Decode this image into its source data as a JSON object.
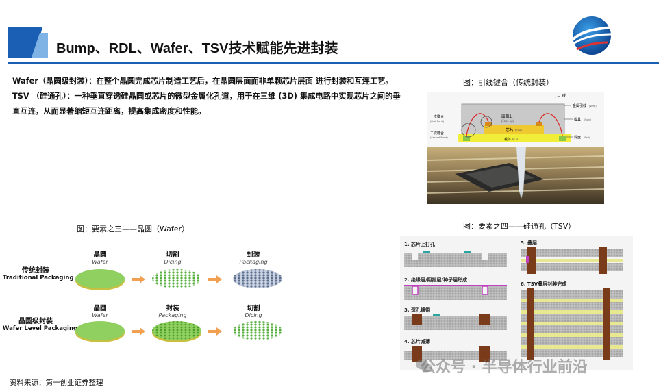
{
  "header": {
    "title": "Bump、RDL、Wafer、TSV技术赋能先进封装",
    "accent": "#1a5fb4"
  },
  "intro": {
    "wafer": "Wafer（晶圆级封装）：在整个晶圆完成芯片制造工艺后，在晶圆层面而非单颗芯片层面 进行封装和互连工艺。",
    "tsv": "TSV （硅通孔）：一种垂直穿透硅晶圆或芯片的微型金属化孔道，用于在三维 (3D) 集成电路中实现芯片之间的垂直互连，从而显著缩短互连距离，提高集成密度和性能。"
  },
  "figure_wirebond": {
    "caption": "图：引线键合（传统封装）",
    "labels": {
      "ball": "球",
      "wire": "金属引线",
      "wire_sub": "(Wire)",
      "mold": "模具",
      "mold_sub": "(Mold)",
      "pad": "焊盘",
      "pad_sub": "(Pad)",
      "first_bond": "一次键合",
      "first_bond_sub": "(First Bond)",
      "second_bond": "二次键合",
      "second_bond_sub": "(Second Bond)",
      "top_surface": "面朝上",
      "top_surface_sub": "(Face up)",
      "chip": "芯片",
      "chip_sub": "(Die)",
      "substrate": "载体",
      "substrate_sub": "PCB"
    }
  },
  "figure_wafer": {
    "caption": "图：要素之三——晶圆（Wafer）",
    "rows": [
      {
        "zh": "传统封装",
        "en": "Traditional Packaging",
        "steps": [
          {
            "zh": "晶圆",
            "en": "Wafer"
          },
          {
            "zh": "切割",
            "en": "Dicing"
          },
          {
            "zh": "封装",
            "en": "Packaging"
          }
        ]
      },
      {
        "zh": "晶圆级封装",
        "en": "Wafer Level Packaging",
        "steps": [
          {
            "zh": "晶圆",
            "en": "Wafer"
          },
          {
            "zh": "封装",
            "en": "Packaging"
          },
          {
            "zh": "切割",
            "en": "Dicing"
          }
        ]
      }
    ]
  },
  "figure_tsv": {
    "caption": "图：要素之四——硅通孔（TSV）",
    "steps": [
      "1. 芯片上打孔",
      "2. 绝缘层/阻挡层/种子层形成",
      "3. 深孔镀铜",
      "4. 芯片减薄",
      "5. 叠层",
      "6. TSV叠层封装完成"
    ]
  },
  "footer": {
    "source": "资料来源：第一创业证券整理",
    "watermark": "公众号 · 半导体行业前沿"
  },
  "colors": {
    "wafer_green": "#7cc85a",
    "wafer_blue": "#8a9cb8",
    "arrow": "#f0a050",
    "tsv_copper": "#7a3b1a",
    "tsv_layer": "#e8e890"
  }
}
